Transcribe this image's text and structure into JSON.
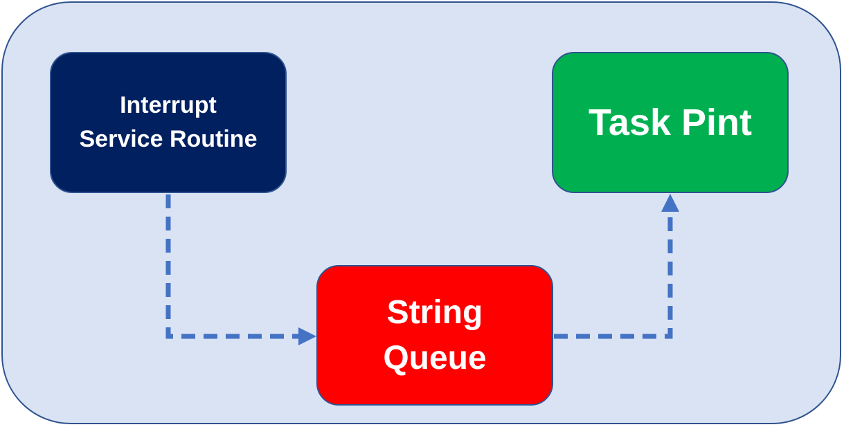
{
  "diagram": {
    "container": {
      "background_color": "#dae3f3",
      "border_color": "#2f528f"
    },
    "nodes": {
      "isr": {
        "lines": [
          "Interrupt",
          "Service Routine"
        ],
        "color": "#002060"
      },
      "task": {
        "lines": [
          "Task Pint"
        ],
        "color": "#00b050"
      },
      "queue": {
        "lines": [
          "String",
          "Queue"
        ],
        "color": "#ff0000"
      }
    },
    "edges": [
      {
        "from": "isr",
        "to": "queue",
        "style": "dashed",
        "color": "#4472c4"
      },
      {
        "from": "queue",
        "to": "task",
        "style": "dashed",
        "color": "#4472c4"
      }
    ]
  }
}
